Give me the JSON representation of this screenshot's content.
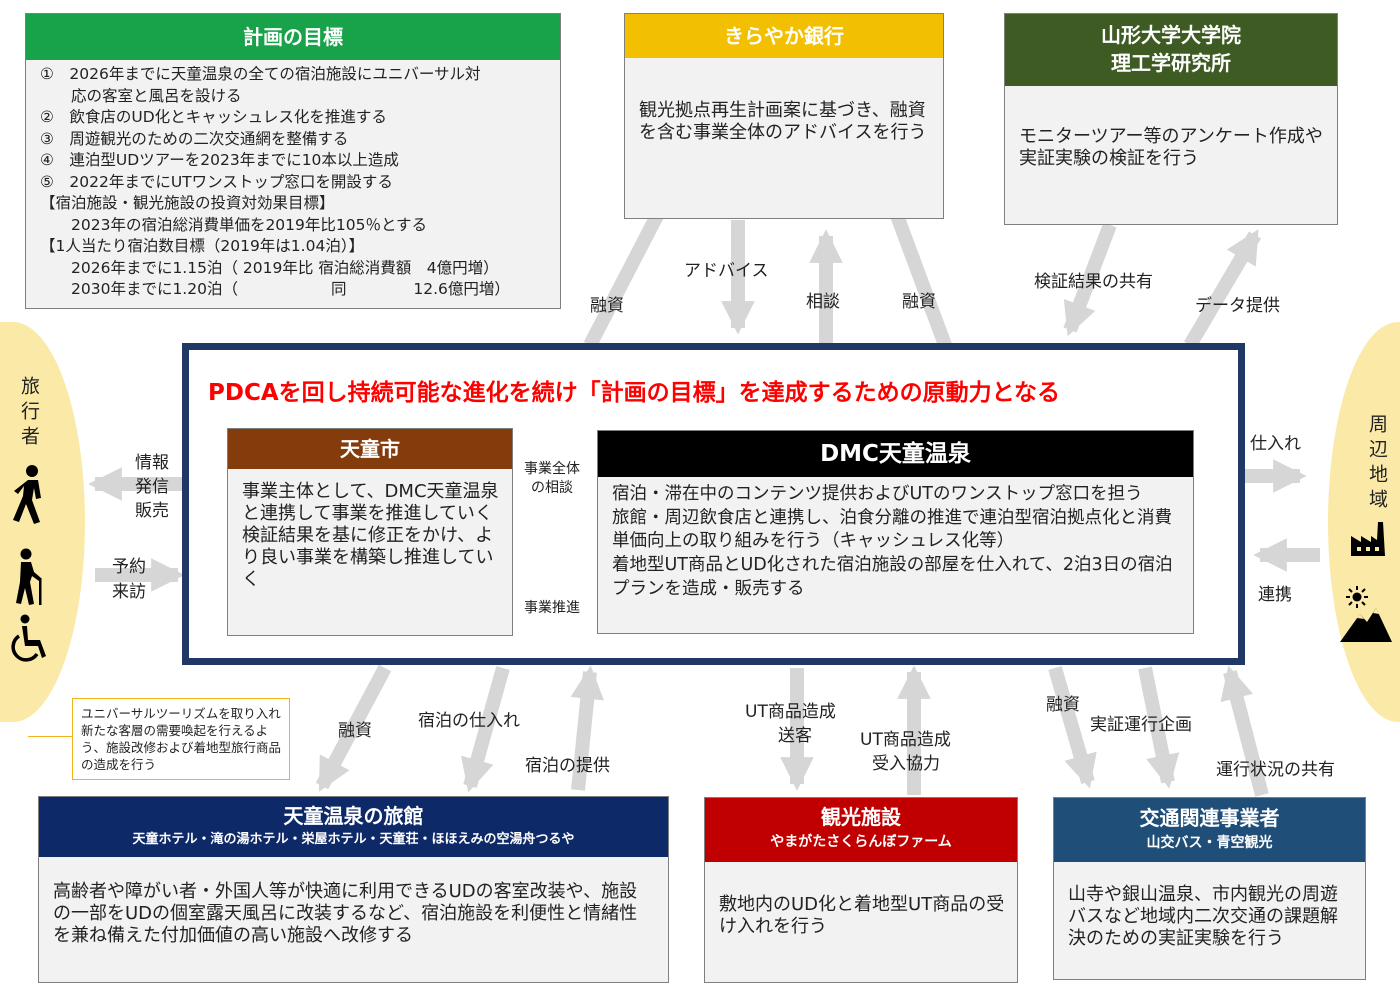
{
  "colors": {
    "goal_header": "#18a24a",
    "bank_header": "#f2c000",
    "univ_header": "#3e5b23",
    "city_header": "#843c0c",
    "dmc_header": "#000000",
    "ryokan_header": "#0e2967",
    "facility_header": "#c00000",
    "transport_header": "#1f4e79",
    "core_border": "#203864",
    "core_title": "#ff0000",
    "arrow": "#d6d6d6",
    "side_panel": "#fbe9a7"
  },
  "goals": {
    "title": "計画の目標",
    "lines": [
      "①　2026年までに天童温泉の全ての宿泊施設にユニバーサル対",
      "　　応の客室と風呂を設ける",
      "②　飲食店のUD化とキャッシュレス化を推進する",
      "③　周遊観光のための二次交通網を整備する",
      "④　連泊型UDツアーを2023年までに10本以上造成",
      "⑤　2022年までにUTワンストップ窓口を開設する",
      "【宿泊施設・観光施設の投資対効果目標】",
      "　　2023年の宿泊総消費単価を2019年比105％とする",
      "【1人当たり宿泊数目標（2019年は1.04泊）】",
      "　　2026年までに1.15泊（ 2019年比 宿泊総消費額　4億円増）",
      "　　2030年までに1.20泊（　　　　　　同　　　　 12.6億円増）"
    ]
  },
  "bank": {
    "title": "きらやか銀行",
    "text": "観光拠点再生計画案に基づき、融資を含む事業全体のアドバイスを行う"
  },
  "univ": {
    "title_line1": "山形大学大学院",
    "title_line2": "理工学研究所",
    "text": "モニターツアー等のアンケート作成や実証実験の検証を行う"
  },
  "core": {
    "title": "PDCAを回し持続可能な進化を続け「計画の目標」を達成するための原動力となる"
  },
  "city": {
    "title": "天童市",
    "text": "事業主体として、DMC天童温泉と連携して事業を推進していく\n検証結果を基に修正をかけ、より良い事業を構築し推進していく"
  },
  "dmc": {
    "title": "DMC天童温泉",
    "text": "宿泊・滞在中のコンテンツ提供およびUTのワンストップ窓口を担う\n旅館・周辺飲食店と連携し、泊食分離の推進で連泊型宿泊拠点化と消費単価向上の取り組みを行う（キャッシュレス化等）\n着地型UT商品とUD化された宿泊施設の部屋を仕入れて、2泊3日の宿泊プランを造成・販売する"
  },
  "ryokan": {
    "title": "天童温泉の旅館",
    "subtitle": "天童ホテル・滝の湯ホテル・栄屋ホテル・天童荘・ほほえみの空湯舟つるや",
    "text": "高齢者や障がい者・外国人等が快適に利用できるUDの客室改装や、施設の一部をUDの個室露天風呂に改装するなど、宿泊施設を利便性と情緒性を兼ね備えた付加価値の高い施設へ改修する"
  },
  "facility": {
    "title": "観光施設",
    "subtitle": "やまがたさくらんぼファーム",
    "text": "敷地内のUD化と着地型UT商品の受け入れを行う"
  },
  "transport": {
    "title": "交通関連事業者",
    "subtitle": "山交バス・青空観光",
    "text": "山寺や銀山温泉、市内観光の周遊バスなど地域内二次交通の課題解決のための実証実験を行う"
  },
  "traveler": {
    "label": "旅行者",
    "icons": [
      "walking-person-icon",
      "elderly-person-icon",
      "wheelchair-icon"
    ]
  },
  "region": {
    "label": "周辺地域",
    "icons": [
      "factory-icon",
      "sun-icon",
      "mountain-icon"
    ]
  },
  "note": {
    "text": "ユニバーサルツーリズムを取り入れ新たな客層の需要喚起を行えるよう、施設改修および着地型旅行商品の造成を行う"
  },
  "flow_labels": {
    "yushi_top_left": "融資",
    "advice": "アドバイス",
    "soudan": "相談",
    "yushi_top_mid": "融資",
    "kensho": "検証結果の共有",
    "data": "データ提供",
    "joho_1": "情報",
    "joho_2": "発信",
    "joho_3": "販売",
    "yoyaku_1": "予約",
    "yoyaku_2": "来訪",
    "jigyo_zentai_1": "事業全体",
    "jigyo_zentai_2": "の相談",
    "jigyo_suishin": "事業推進",
    "shiire": "仕入れ",
    "renkei": "連携",
    "yushi_bottom_left": "融資",
    "shukuhaku_shiire": "宿泊の仕入れ",
    "shukuhaku_teikyo": "宿泊の提供",
    "ut_sokyaku_1": "UT商品造成",
    "ut_sokyaku_2": "送客",
    "ut_ukeire_1": "UT商品造成",
    "ut_ukeire_2": "受入協力",
    "yushi_bottom_right": "融資",
    "jissho": "実証運行企画",
    "unko": "運行状況の共有"
  }
}
